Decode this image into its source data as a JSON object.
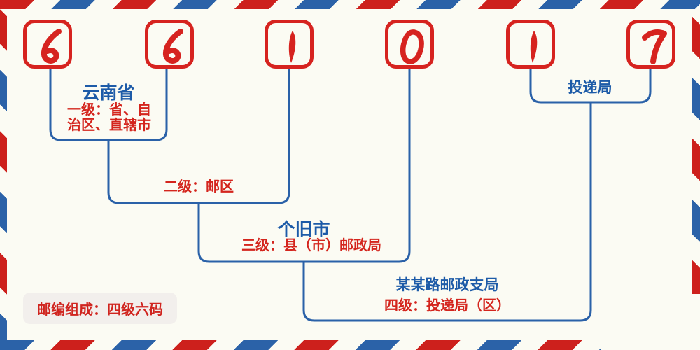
{
  "postal_code": {
    "digits": [
      "6",
      "6",
      "1",
      "0",
      "1",
      "7"
    ]
  },
  "levels": {
    "level1": {
      "place": "云南省",
      "desc_line1": "一级：省、自",
      "desc_line2": "治区、直辖市"
    },
    "level2": {
      "desc": "二级：邮区"
    },
    "level3": {
      "place": "个旧市",
      "desc": "三级：县（市）邮政局"
    },
    "level4": {
      "place": "某某路邮政支局",
      "desc": "四级：投递局（区）"
    },
    "delivery": {
      "label": "投递局"
    }
  },
  "badge": {
    "text": "邮编组成：四级六码"
  },
  "colors": {
    "stripe_red": "#cd201c",
    "stripe_blue": "#2b62a8",
    "digit_red": "#d6231f",
    "text_red": "#d4251d",
    "text_blue": "#1d5ba8",
    "line_blue": "#2a61a8",
    "background": "#fbfbf3",
    "badge_background": "#f2efec"
  }
}
